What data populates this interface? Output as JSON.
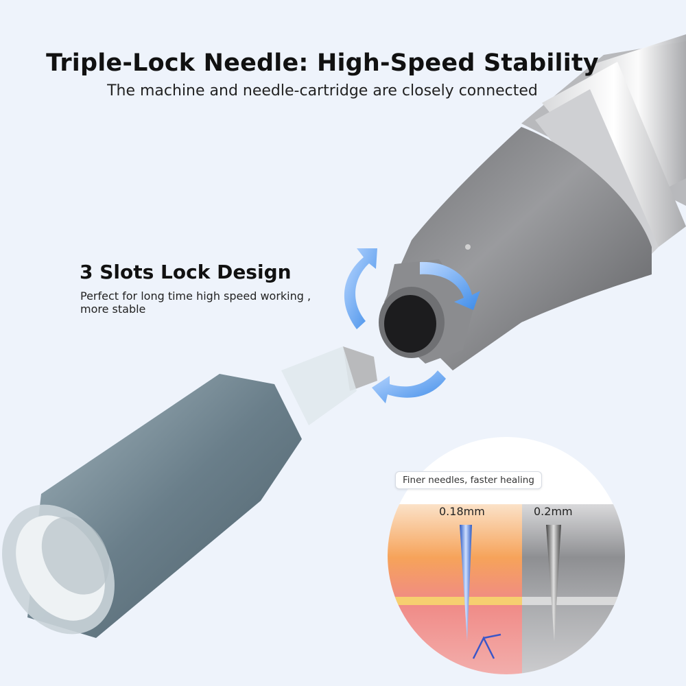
{
  "header": {
    "title": "Triple-Lock Needle: High-Speed Stability",
    "subtitle": "The machine and needle-cartridge are closely connected"
  },
  "feature": {
    "title": "3 Slots Lock Design",
    "description": "Perfect for long time high speed working , more stable"
  },
  "comparison": {
    "badge": "Finer needles, faster healing",
    "left_needle": "0.18mm",
    "right_needle": "0.2mm"
  },
  "colors": {
    "background": "#eef3fb",
    "arrow_blue": "#3d8be8",
    "skin_orange": "#f6a35a",
    "device_gray": "#8a8b8e"
  },
  "icons": [
    "rotate-arrow-icon",
    "needle-icon"
  ]
}
